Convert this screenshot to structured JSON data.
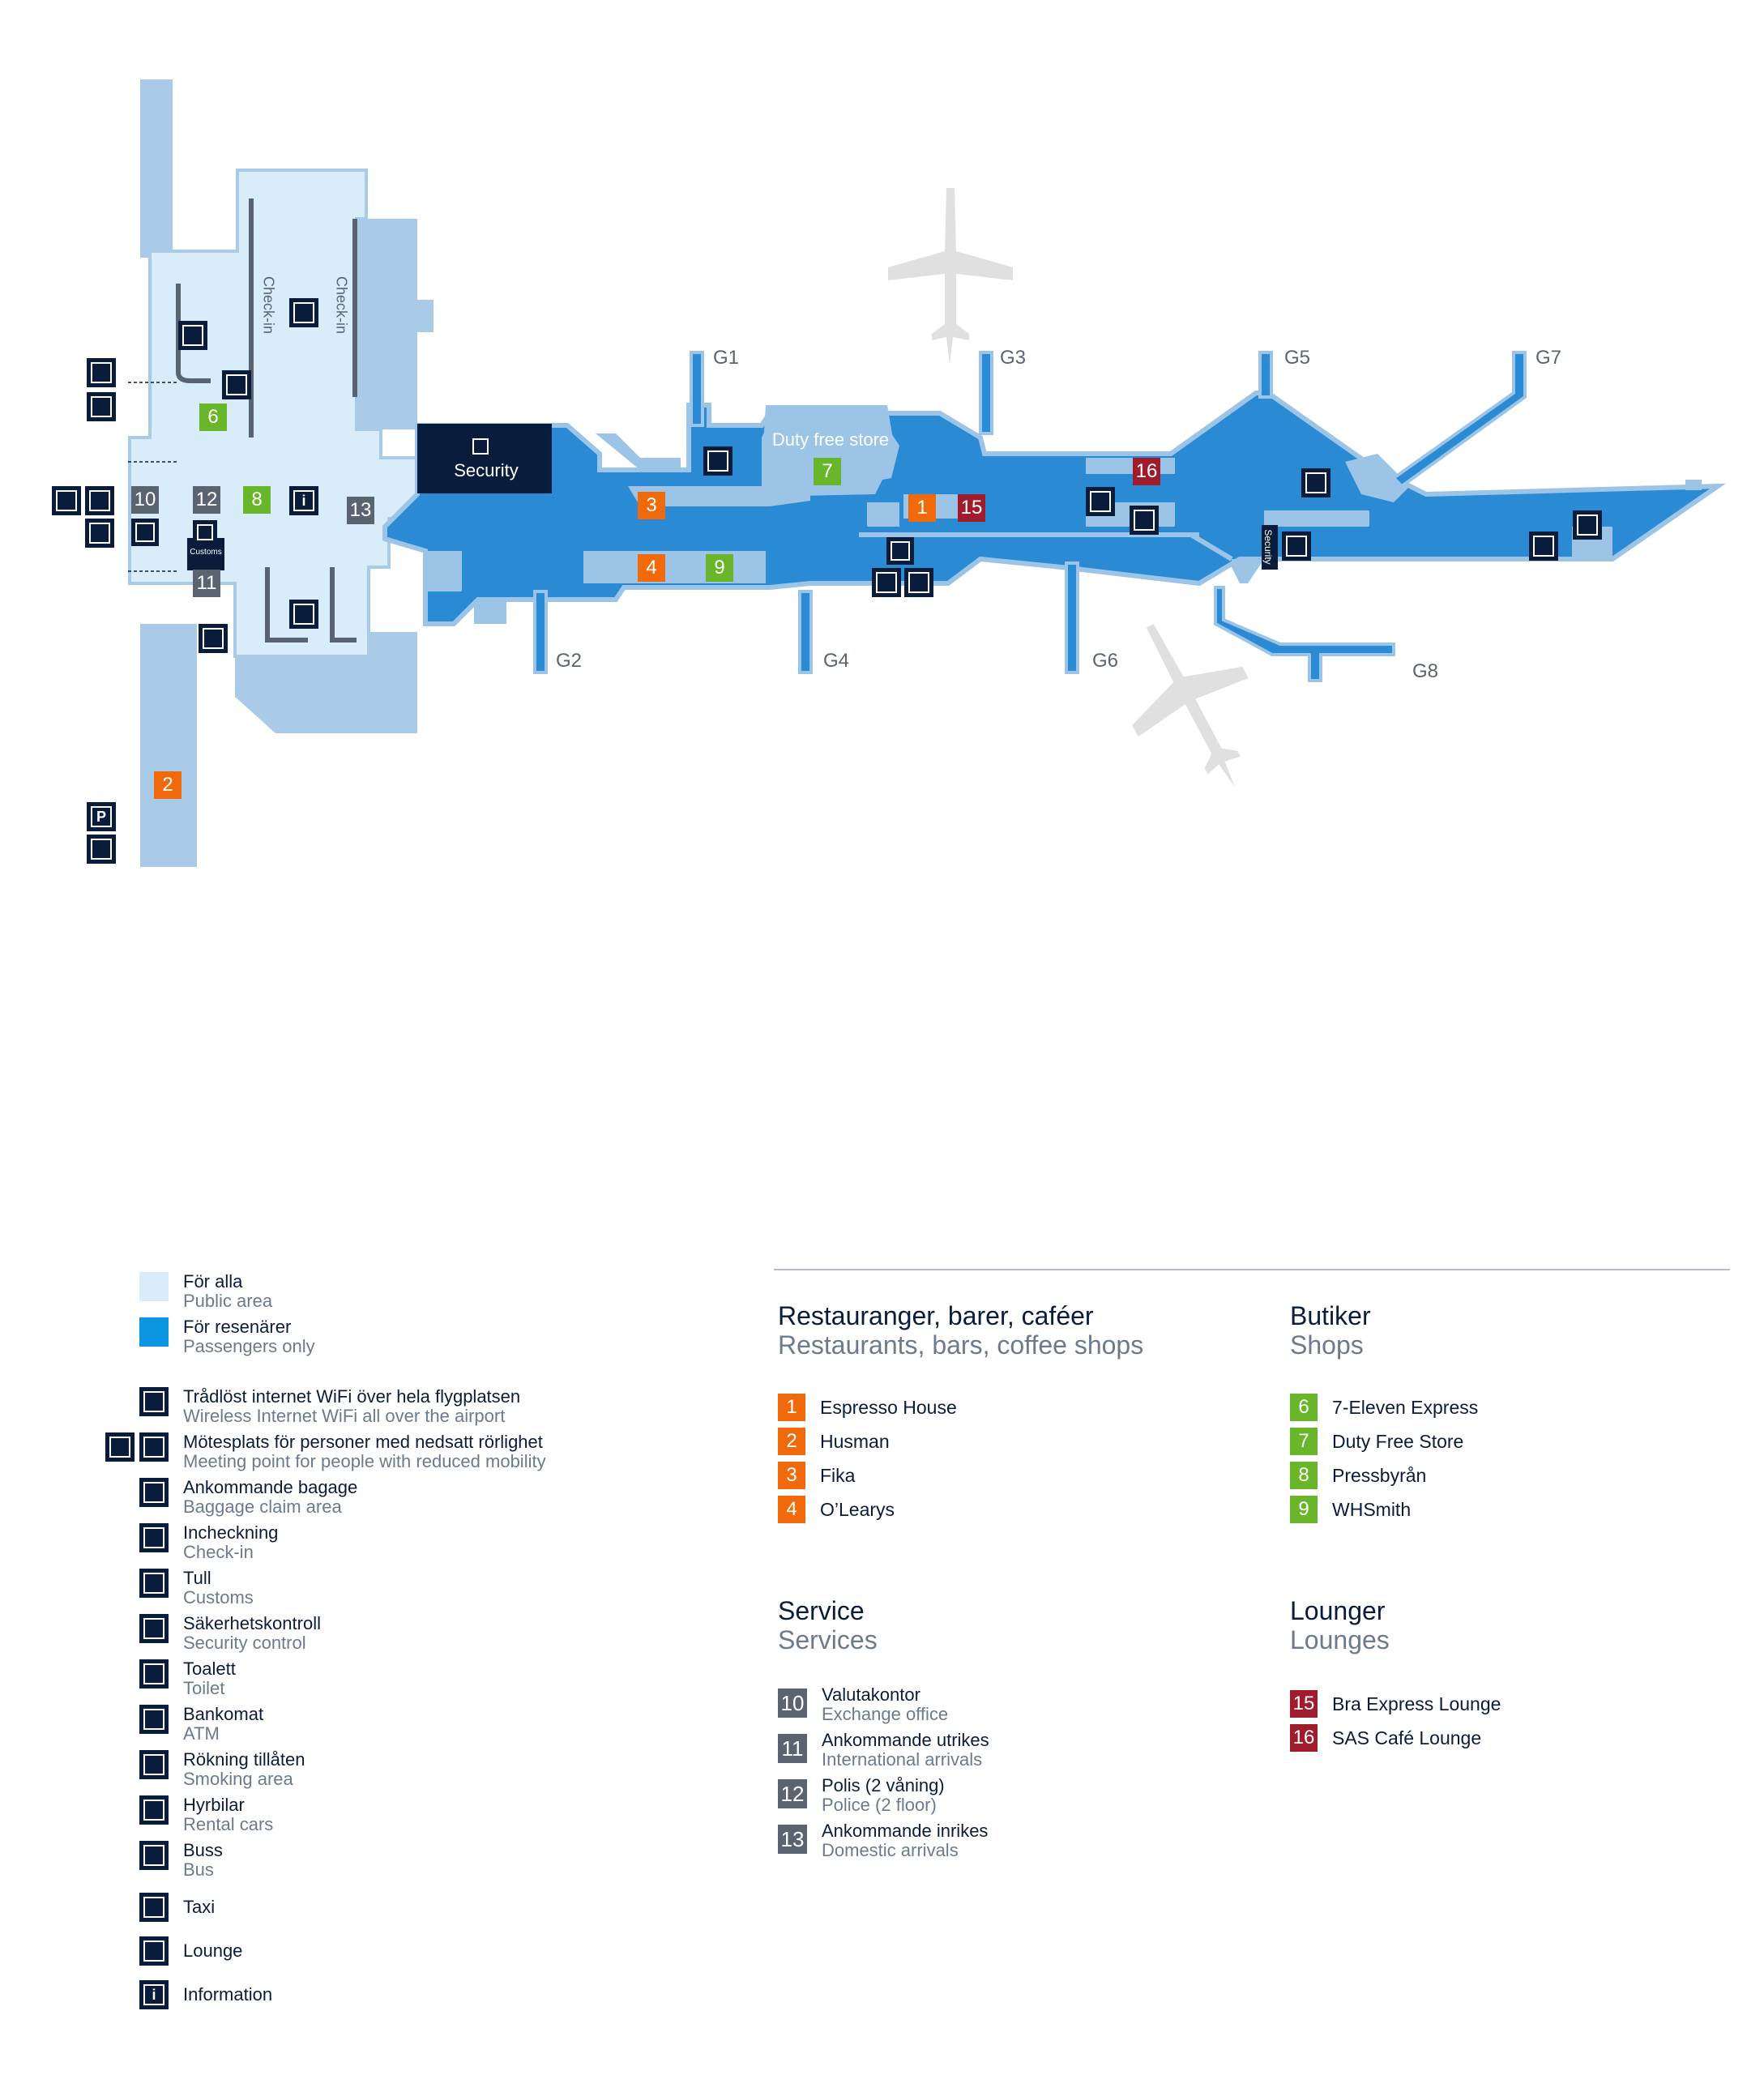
{
  "colors": {
    "public_area": "#d8ecfa",
    "passengers_only": "#2a8bd4",
    "landside": "#a9cbe8",
    "restaurant": "#f06a0c",
    "shop": "#6ab62a",
    "lounge": "#a01c2c",
    "service": "#5a6470",
    "icon": "#0a1c3b",
    "aircraft": "#e0e0e0"
  },
  "map": {
    "security_label": "Security",
    "security_small_label": "Security",
    "customs_label": "Customs",
    "duty_free_label": "Duty free store",
    "checkin_label": "Check-in",
    "gates": [
      "G1",
      "G2",
      "G3",
      "G4",
      "G5",
      "G6",
      "G7",
      "G8"
    ],
    "markers": {
      "r1": "1",
      "r2": "2",
      "r3": "3",
      "r4": "4",
      "s6": "6",
      "s7": "7",
      "s8": "8",
      "s9": "9",
      "l15": "15",
      "l16": "16",
      "v10": "10",
      "v11": "11",
      "v12": "12",
      "v13": "13"
    }
  },
  "legend": {
    "areas": [
      {
        "sv": "För alla",
        "en": "Public area",
        "color": "#d8ecfa"
      },
      {
        "sv": "För resenärer",
        "en": "Passengers only",
        "color": "#0a96e0"
      }
    ],
    "icons": [
      {
        "icon": "wifi-icon",
        "sv": "Trådlöst internet WiFi över hela flygplatsen",
        "en": "Wireless Internet WiFi all over the airport"
      },
      {
        "icon": "accessibility-icon",
        "sv": "Mötesplats för personer med nedsatt rörlighet",
        "en": "Meeting point for people with reduced mobility"
      },
      {
        "icon": "baggage-icon",
        "sv": "Ankommande bagage",
        "en": "Baggage claim area"
      },
      {
        "icon": "checkin-icon",
        "sv": "Incheckning",
        "en": "Check-in"
      },
      {
        "icon": "customs-icon",
        "sv": "Tull",
        "en": "Customs"
      },
      {
        "icon": "security-icon",
        "sv": "Säkerhetskontroll",
        "en": "Security control"
      },
      {
        "icon": "toilet-icon",
        "sv": "Toalett",
        "en": "Toilet"
      },
      {
        "icon": "atm-icon",
        "sv": "Bankomat",
        "en": "ATM"
      },
      {
        "icon": "smoking-icon",
        "sv": "Rökning tillåten",
        "en": "Smoking area"
      },
      {
        "icon": "rental-car-icon",
        "sv": "Hyrbilar",
        "en": "Rental cars"
      },
      {
        "icon": "bus-icon",
        "sv": "Buss",
        "en": "Bus"
      },
      {
        "icon": "taxi-icon",
        "sv": "Taxi",
        "en": ""
      },
      {
        "icon": "lounge-icon",
        "sv": "Lounge",
        "en": ""
      },
      {
        "icon": "information-icon",
        "sv": "Information",
        "en": ""
      }
    ]
  },
  "restaurants": {
    "title": "Restauranger, barer, caféer",
    "subtitle": "Restaurants, bars, coffee shops",
    "items": [
      {
        "num": "1",
        "name": "Espresso House"
      },
      {
        "num": "2",
        "name": "Husman"
      },
      {
        "num": "3",
        "name": "Fika"
      },
      {
        "num": "4",
        "name": "O’Learys"
      }
    ]
  },
  "shops": {
    "title": "Butiker",
    "subtitle": "Shops",
    "items": [
      {
        "num": "6",
        "name": "7-Eleven Express"
      },
      {
        "num": "7",
        "name": "Duty Free Store"
      },
      {
        "num": "8",
        "name": "Pressbyrån"
      },
      {
        "num": "9",
        "name": "WHSmith"
      }
    ]
  },
  "services": {
    "title": "Service",
    "subtitle": "Services",
    "items": [
      {
        "num": "10",
        "sv": "Valutakontor",
        "en": "Exchange office"
      },
      {
        "num": "11",
        "sv": "Ankommande utrikes",
        "en": "International arrivals"
      },
      {
        "num": "12",
        "sv": "Polis (2 våning)",
        "en": "Police (2 floor)"
      },
      {
        "num": "13",
        "sv": "Ankommande inrikes",
        "en": "Domestic arrivals"
      }
    ]
  },
  "lounges": {
    "title": "Lounger",
    "subtitle": "Lounges",
    "items": [
      {
        "num": "15",
        "name": "Bra Express Lounge"
      },
      {
        "num": "16",
        "name": "SAS Café Lounge"
      }
    ]
  }
}
